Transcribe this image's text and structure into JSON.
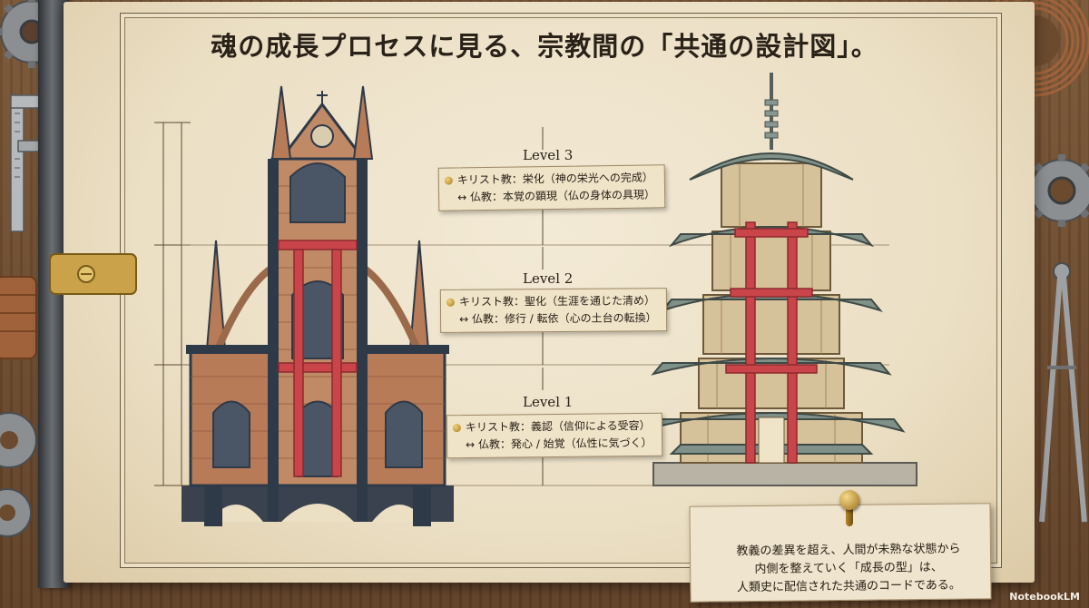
{
  "title": "魂の成長プロセスに見る、宗教間の「共通の設計図」。",
  "levels": [
    {
      "label": "Level 3",
      "christian": "キリスト教：栄化（神の栄光への完成）",
      "buddhist": "↔ 仏教：本覚の顕現（仏の身体の具現）"
    },
    {
      "label": "Level 2",
      "christian": "キリスト教：聖化（生涯を通じた清め）",
      "buddhist": "↔ 仏教：修行 / 転依（心の土台の転換）"
    },
    {
      "label": "Level 1",
      "christian": "キリスト教：義認（信仰による受容）",
      "buddhist": "↔ 仏教：発心 / 始覚（仏性に気づく）"
    }
  ],
  "caption": {
    "line1": "教義の差異を超え、人間が未熟な状態から",
    "line2": "内側を整えていく「成長の型」は、",
    "line3": "人類史に配信された共通のコードである。"
  },
  "watermark": "NotebookLM",
  "colors": {
    "paper": "#efe3c8",
    "ink": "#2a2118",
    "structure_red": "#c9454a",
    "stone_dark": "#2f3a48",
    "brick": "#b87b58",
    "pagoda_roof": "#7f9189",
    "pagoda_wood": "#c9a46a"
  },
  "icons": [
    "gear-icon",
    "caliper-icon",
    "wire-coil-icon",
    "compass-icon",
    "push-pin-icon"
  ]
}
